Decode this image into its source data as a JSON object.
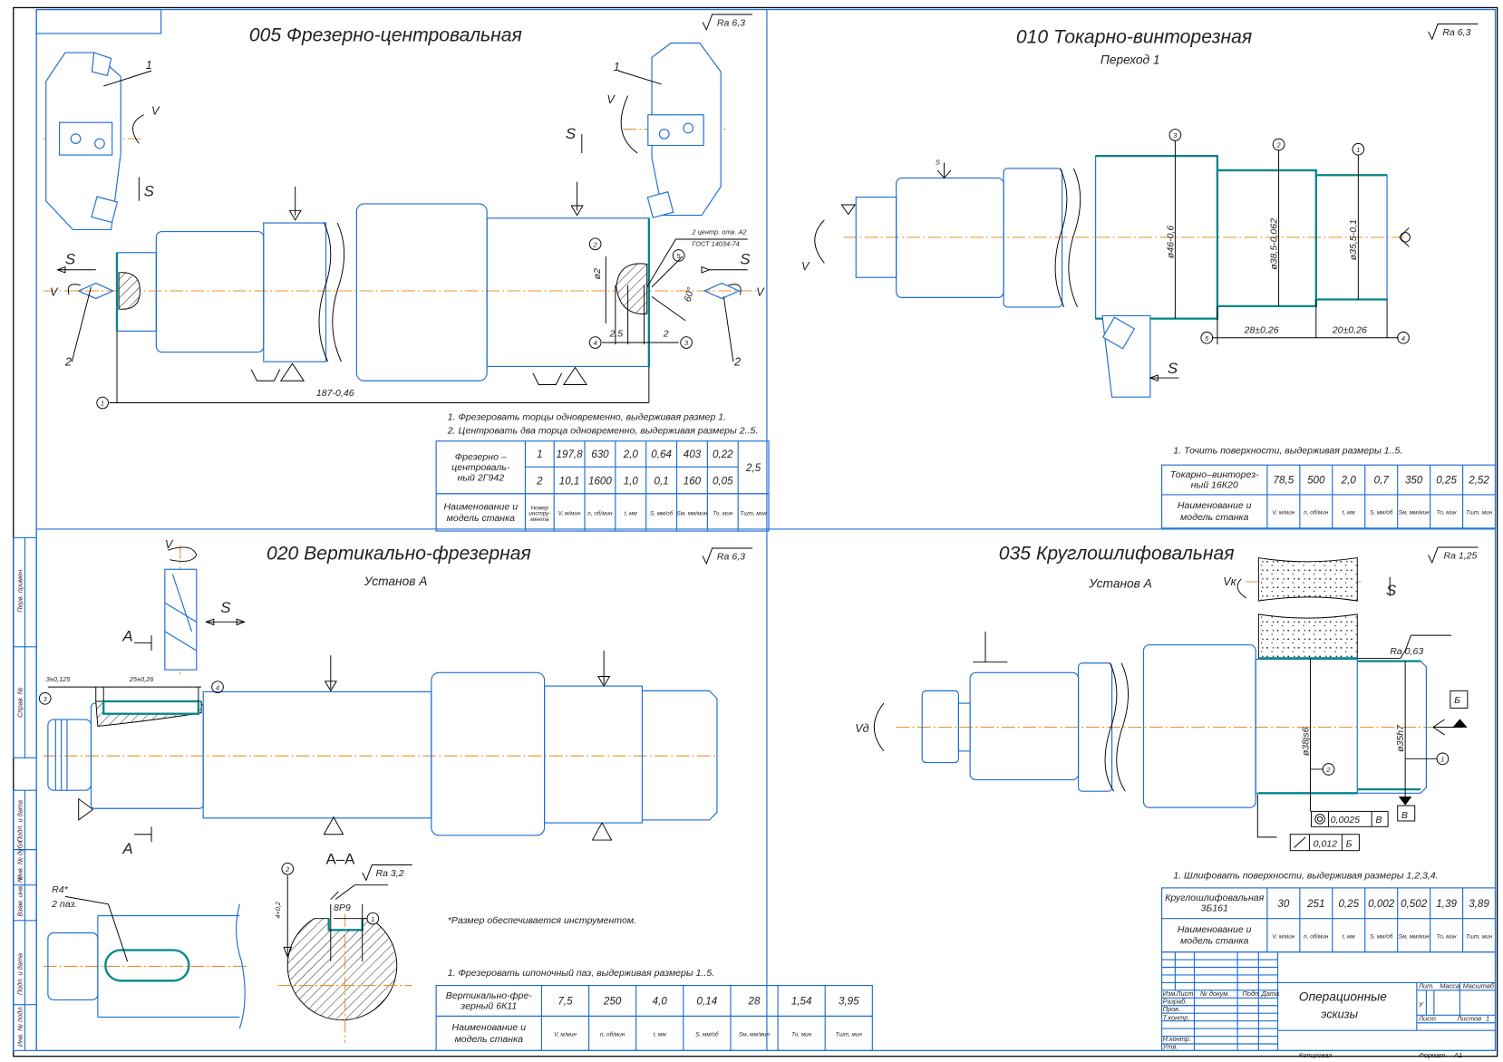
{
  "sheet": {
    "copied_label": "Копировал",
    "format_label": "Формат",
    "format": "А1"
  },
  "side_stamp": [
    "Перв. примен.",
    "Справ. №",
    "Подп. и дата",
    "Инв. № дубл.",
    "Взам. инв. №",
    "Подп. и дата",
    "Инв. № подл."
  ],
  "colors": {
    "geometry": "#1f6fd1",
    "machined_surface": "#00868b",
    "axis": "#e8902a",
    "dimension": "#000000"
  },
  "table_header": {
    "machine": [
      "Наименование и",
      "модель станка"
    ],
    "tool_no": [
      "Номер",
      "инстру-",
      "мента"
    ],
    "units": [
      "V, м/мин",
      "n, об/мин",
      "t, мм",
      "S, мм/об",
      "Sм, мм/мин",
      "То, мин",
      "Тшт, мин"
    ]
  },
  "ops": [
    {
      "title": "005 Фрезерно-центровальная",
      "roughness": "Ra 6,3",
      "notes": [
        "1. Фрезеровать торцы одновременно, выдерживая размер 1.",
        "2. Центровать два торца одновременно, выдерживая размеры 2..5."
      ],
      "labels": [
        "1",
        "1",
        "2",
        "2",
        "S",
        "S",
        "V",
        "V",
        "V",
        "S",
        "S",
        "V"
      ],
      "dims": [
        "187-0,46",
        "ø2",
        "60°",
        "2,5",
        "2",
        "2 центр. отв. А2",
        "ГОСТ 14034-74"
      ],
      "callouts": [
        "1",
        "2",
        "3",
        "4",
        "5"
      ],
      "table": {
        "machine": [
          "Фрезерно –",
          "центроваль-",
          "ный 2Г942"
        ],
        "rows": [
          [
            "1",
            "197,8",
            "630",
            "2,0",
            "0,64",
            "403",
            "0,22"
          ],
          [
            "2",
            "10,1",
            "1600",
            "1,0",
            "0,1",
            "160",
            "0,05"
          ]
        ],
        "t_total": "2,5"
      }
    },
    {
      "title": "010 Токарно-винторезная",
      "subtitle": "Переход 1",
      "roughness": "Ra 6,3",
      "notes": [
        "1. Точить поверхности, выдерживая размеры 1..5."
      ],
      "labels": [
        "S",
        "V",
        "S"
      ],
      "dims": [
        "ø46-0,6",
        "ø38,5-0,062",
        "ø35,5-0,1",
        "28±0,26",
        "20±0,26"
      ],
      "callouts": [
        "3",
        "2",
        "1",
        "5",
        "4"
      ],
      "table": {
        "machine": [
          "Токарно–винторез-",
          "ный 16К20"
        ],
        "rows": [
          [
            "78,5",
            "500",
            "2,0",
            "0,7",
            "350",
            "0,25",
            "2,52"
          ]
        ]
      }
    },
    {
      "title": "020 Вертикально-фрезерная",
      "subtitle": "Установ А",
      "roughness": "Ra 6,3",
      "notes": [
        "*Размер обеспечивается инструментом.",
        "1. Фрезеровать шпоночный паз, выдерживая размеры 1..5."
      ],
      "labels": [
        "V",
        "S",
        "А",
        "А",
        "А–А",
        "Ra 3,2",
        "R4*",
        "2 паз."
      ],
      "dims": [
        "3±0,125",
        "25±0,26",
        "8P9",
        "4+0,2"
      ],
      "callouts": [
        "3",
        "4",
        "2",
        "1"
      ],
      "table": {
        "machine": [
          "Вертикально-фре-",
          "зерный 6К11"
        ],
        "rows": [
          [
            "7,5",
            "250",
            "4,0",
            "0,14",
            "28",
            "1,54",
            "3,95"
          ]
        ]
      }
    },
    {
      "title": "035 Круглошлифовальная",
      "subtitle": "Установ А",
      "roughness": "Ra 1,25",
      "notes": [
        "1. Шлифовать поверхности, выдерживая размеры 1,2,3,4."
      ],
      "labels": [
        "Vк",
        "S",
        "Vд",
        "Ra 0,63",
        "Б",
        "В"
      ],
      "dims": [
        "ø38js6",
        "ø35h7"
      ],
      "tolerances": [
        {
          "value": "0,0025",
          "datum": "В"
        },
        {
          "value": "0,012",
          "datum": "Б"
        }
      ],
      "callouts": [
        "2",
        "1"
      ],
      "table": {
        "machine": [
          "Круглошлифовальная",
          "3Б161"
        ],
        "rows": [
          [
            "30",
            "251",
            "0,25",
            "0,002",
            "0,502",
            "1,39",
            "3,89"
          ]
        ]
      }
    }
  ],
  "title_block": {
    "doc_title": [
      "Операционные",
      "эскизы"
    ],
    "rev_headers": [
      "Изм.",
      "Лист",
      "№ докум.",
      "Подп.",
      "Дата"
    ],
    "roles": [
      "Разраб.",
      "Пров.",
      "Т.контр.",
      "Н.контр.",
      "Утв."
    ],
    "lit_label": "Лит.",
    "mass_label": "Масса",
    "scale_label": "Масштаб",
    "lit_value": "У",
    "sheet_label": "Лист",
    "sheets_label": "Листов",
    "sheets_value": "1"
  }
}
